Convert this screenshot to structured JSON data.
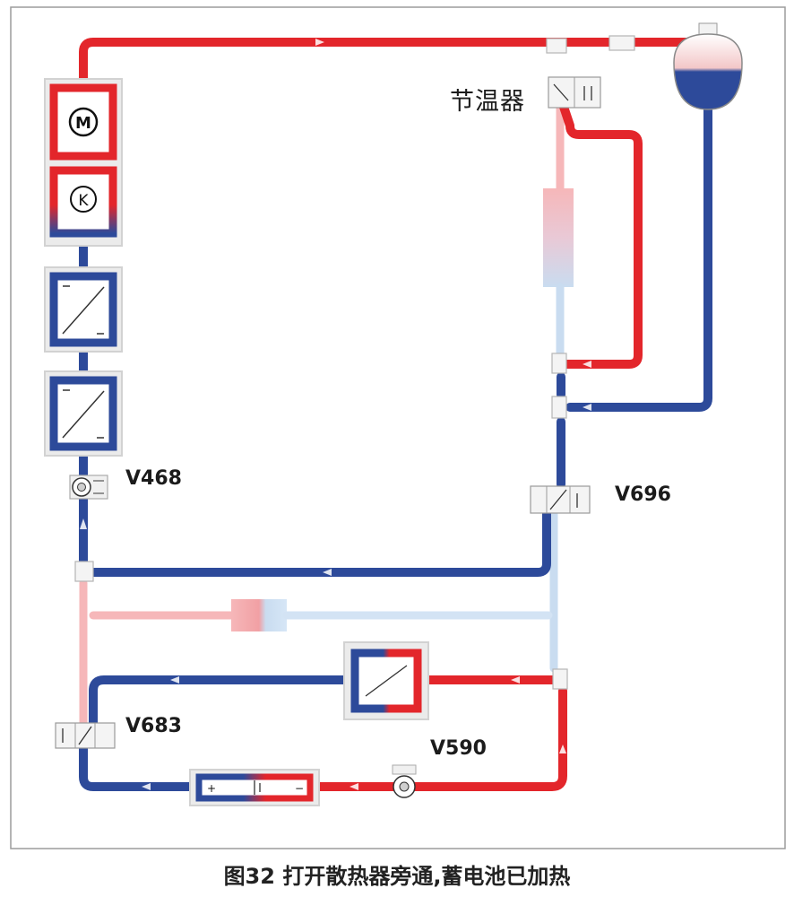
{
  "labels": {
    "thermostat": "节温器",
    "v468": "V468",
    "v696": "V696",
    "v683": "V683",
    "v590": "V590"
  },
  "components": {
    "motor_symbol": "M",
    "compressor_symbol": "K",
    "battery_plus": "+",
    "battery_minus": "−"
  },
  "caption": "图32 打开散热器旁通,蓄电池已加热",
  "colors": {
    "hot": "#e3262b",
    "cold": "#2d4a9a",
    "inactive_hot": "#f4b3b5",
    "inactive_cold": "#c9dcf0",
    "frame": "#d2d2d2"
  }
}
